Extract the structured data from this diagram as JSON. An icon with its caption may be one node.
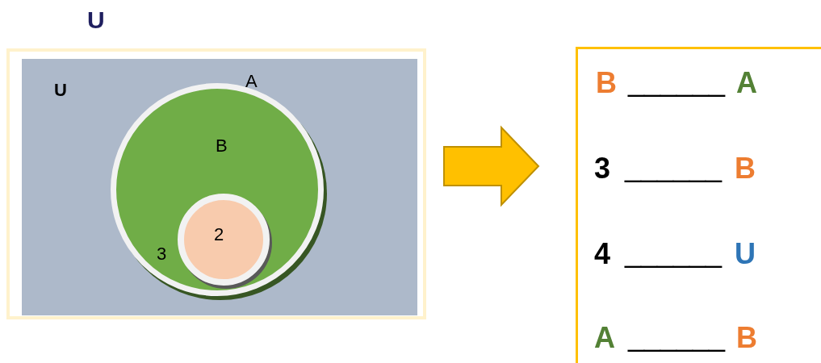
{
  "diagram": {
    "nodes": [
      {
        "text": [],
        "shape": "box"
      },
      {
        "text": [
          "U"
        ],
        "in": 0
      },
      {
        "text": [
          "A",
          "B",
          "3"
        ],
        "in": 1
      },
      {
        "text": [
          "2"
        ],
        "in": 2
      },
      {
        "text": [],
        "shape": "box"
      }
    ],
    "edges": [
      {
        "from": 0,
        "to": 4,
        "arrow": "to",
        "style": "thick"
      }
    ],
    "labels": [
      "U",
      "B",
      "______",
      "A",
      "3",
      "______",
      "B",
      "4",
      "______",
      "U",
      "A",
      "______",
      "B"
    ]
  }
}
